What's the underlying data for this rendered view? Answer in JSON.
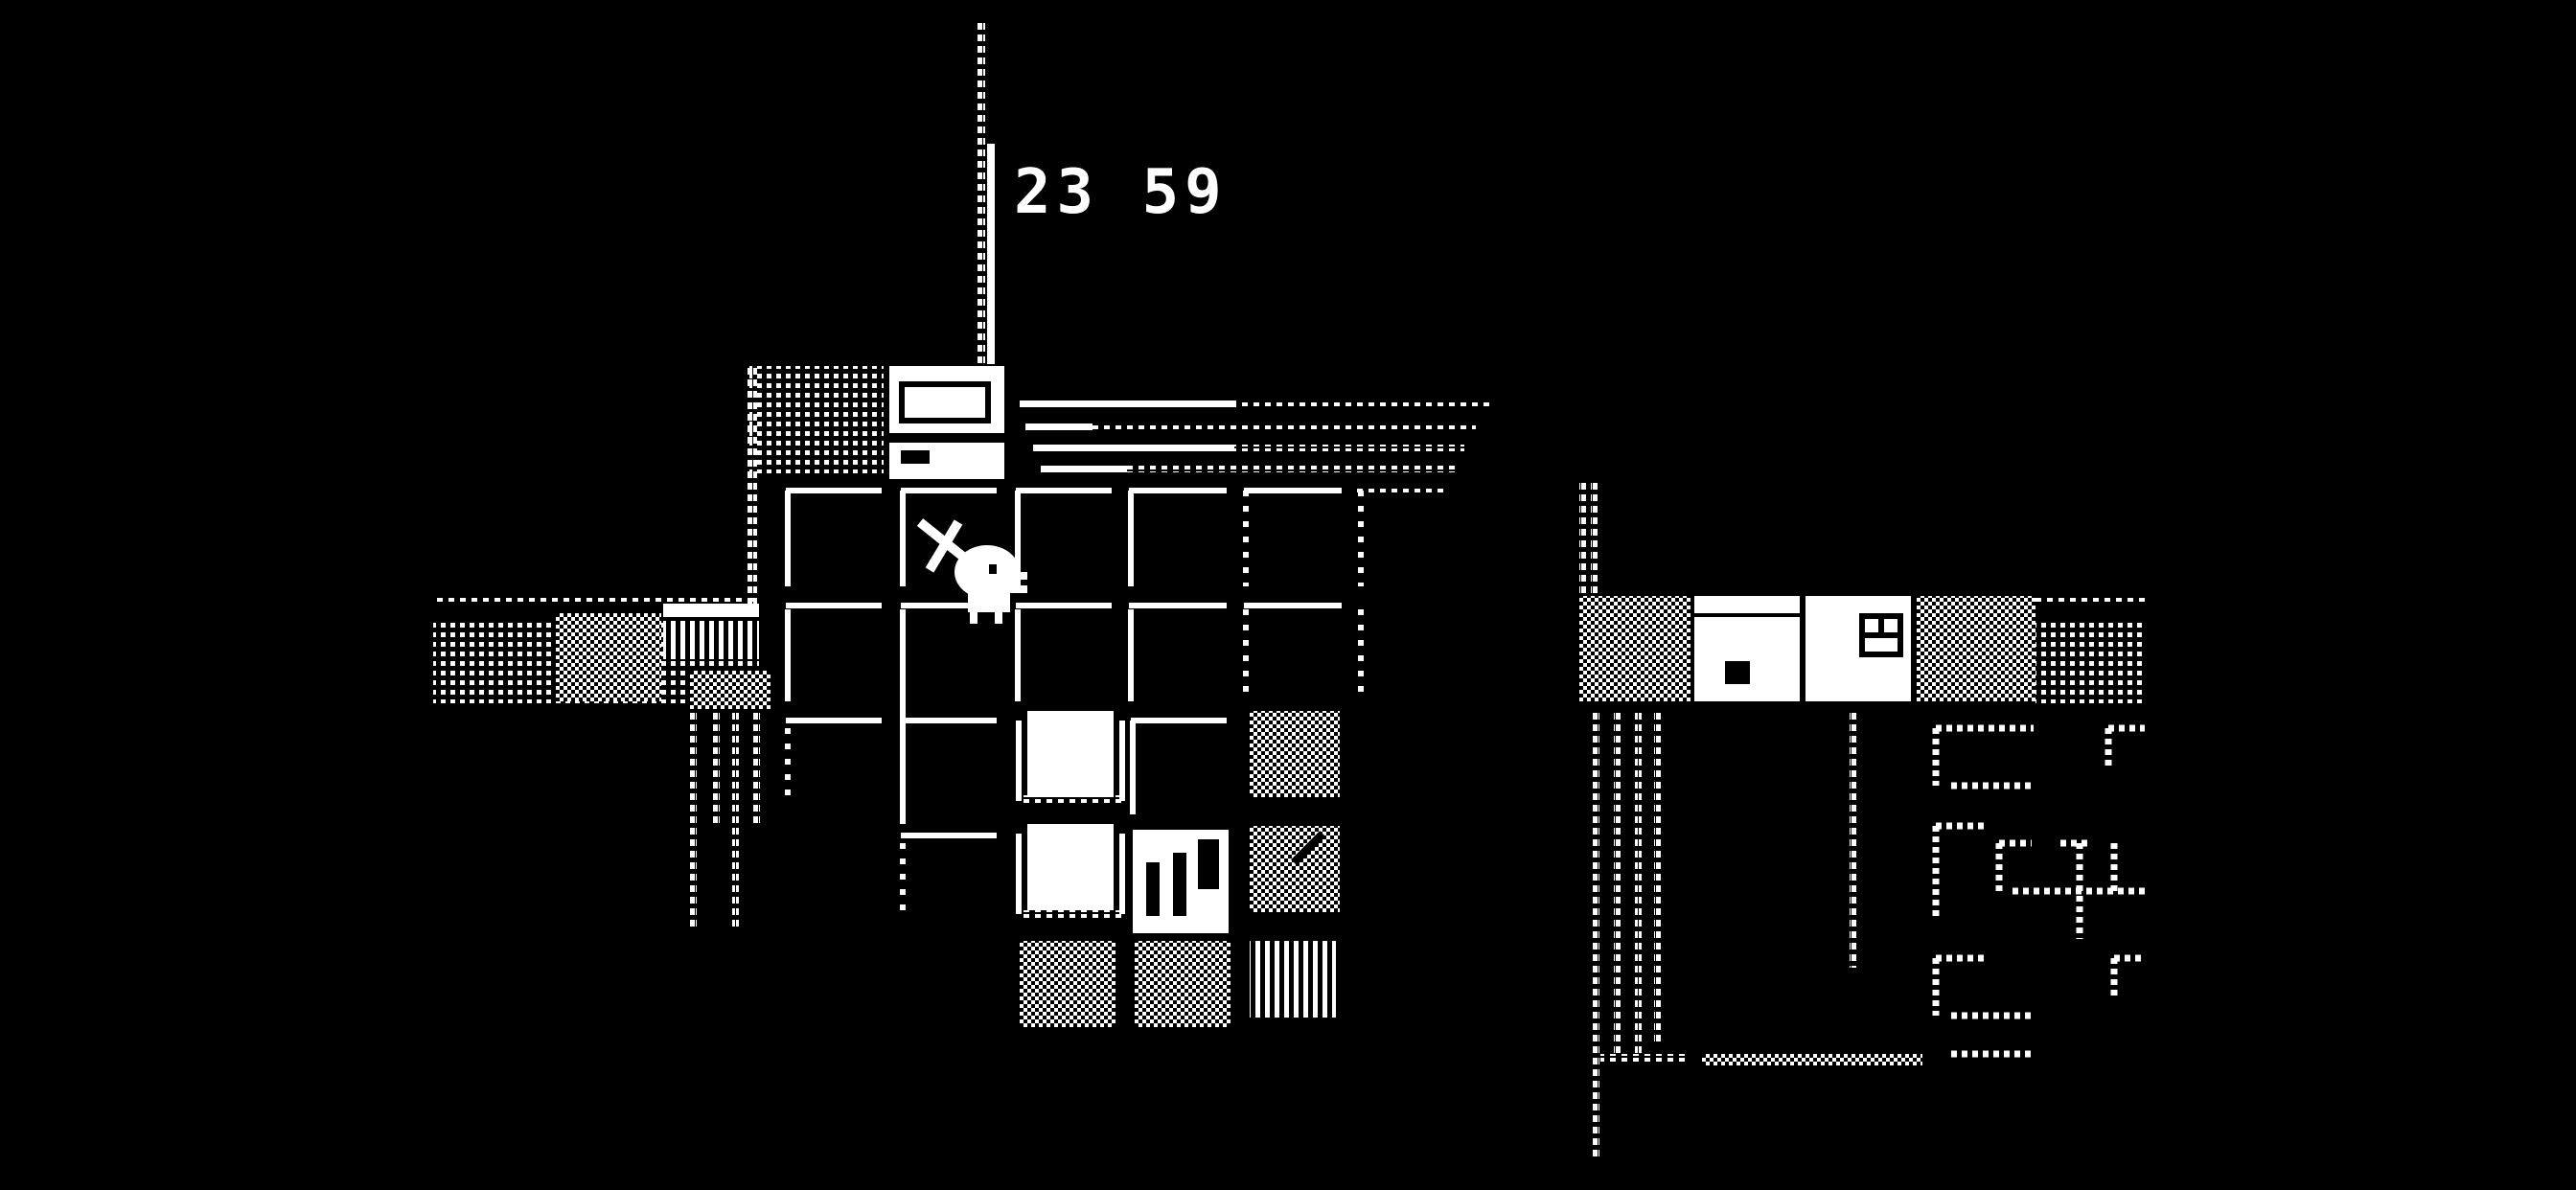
{
  "game": {
    "style": "1-bit dithered top-down dungeon",
    "palette": {
      "background": "#000000",
      "foreground": "#ffffff"
    },
    "hud": {
      "timer_label": "23 59"
    },
    "player": {
      "sprite": "duck-adventurer-with-sword-icon",
      "direction": "right"
    },
    "map_objects": [
      "stone-wall",
      "floor-grid-tiles",
      "pushable-white-blocks",
      "stairs-down-icon",
      "dithered-bushes",
      "striped-bridge",
      "fence-railings",
      "vertical-ladder-lines"
    ]
  }
}
